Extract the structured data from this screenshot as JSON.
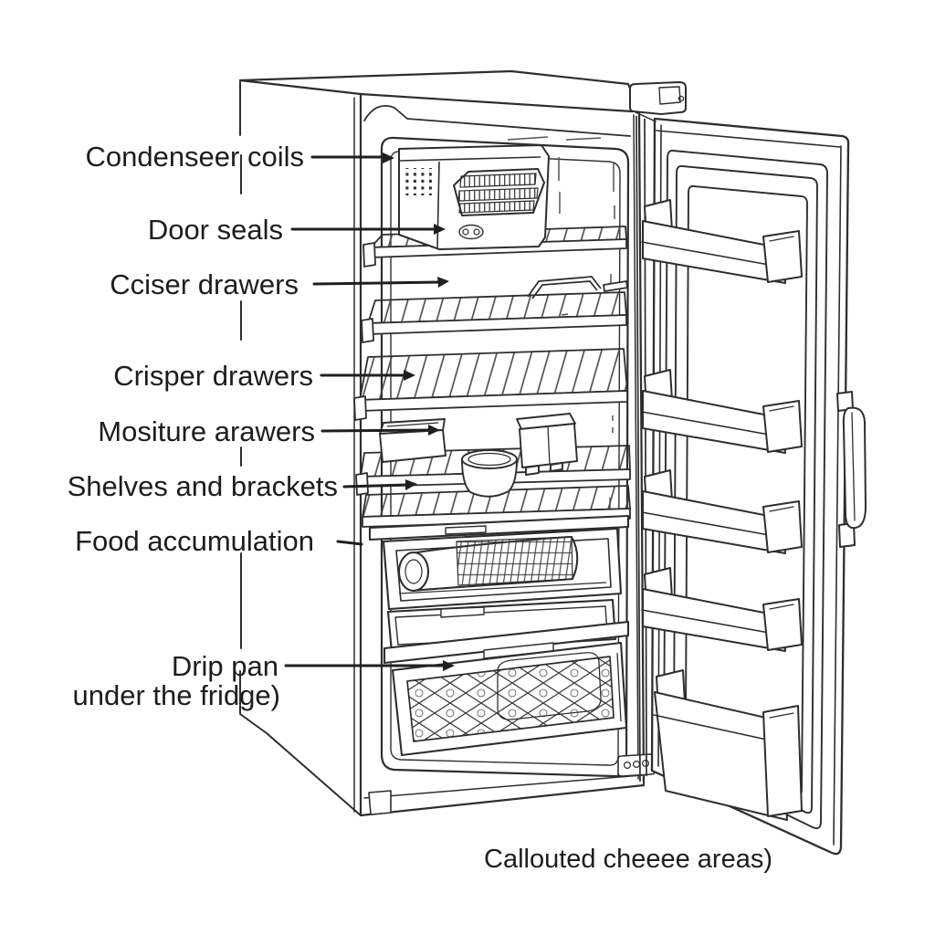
{
  "figure": {
    "type": "line-drawing diagram",
    "subject": "refrigerator with open door and labeled interior parts"
  },
  "colors": {
    "ink": "#2e2e2e",
    "ink_light": "#4a4a4a",
    "text": "#1d1d1d",
    "background": "#ffffff"
  },
  "callouts": [
    {
      "text": "Condenseer coils"
    },
    {
      "text": "Door seals"
    },
    {
      "text": "Cciser drawers"
    },
    {
      "text": "Crisper drawers"
    },
    {
      "text": "Mositure arawers"
    },
    {
      "text": "Shelves and brackets"
    },
    {
      "text": "Food accumulation"
    },
    {
      "text": "Drip pan"
    },
    {
      "text": "under the fridge)"
    }
  ],
  "caption": {
    "text": "Callouted cheeee areas)"
  }
}
